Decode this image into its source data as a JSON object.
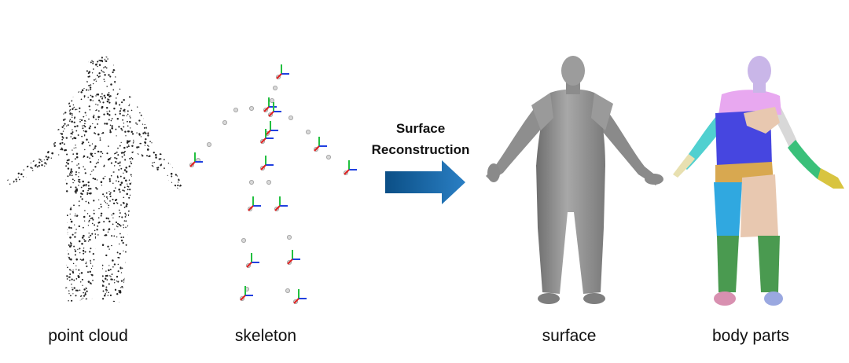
{
  "captions": {
    "point_cloud": "point cloud",
    "skeleton": "skeleton",
    "surface": "surface",
    "body_parts": "body parts"
  },
  "arrow": {
    "line1": "Surface",
    "line2": "Reconstruction"
  },
  "colors": {
    "arrow_dark": "#0b4f86",
    "arrow_light": "#2a7fc4",
    "surface_gray": "#8a8a8a",
    "axis_red": "#e02020",
    "axis_green": "#22c040",
    "axis_blue": "#2040e0",
    "part_head": "#c9b6e8",
    "part_shoulders": "#e8a8f0",
    "part_torso": "#4646e0",
    "part_hips": "#d8a850",
    "part_upper_arm_l": "#50d0d0",
    "part_forearm_r": "#3ac07a",
    "part_hand_r": "#d8c440",
    "part_thigh_l": "#30a8e0",
    "part_thigh_r": "#e8c8b0",
    "part_shin": "#4a9a50",
    "part_foot_l": "#d890b0",
    "part_foot_r": "#9aa8e0"
  }
}
